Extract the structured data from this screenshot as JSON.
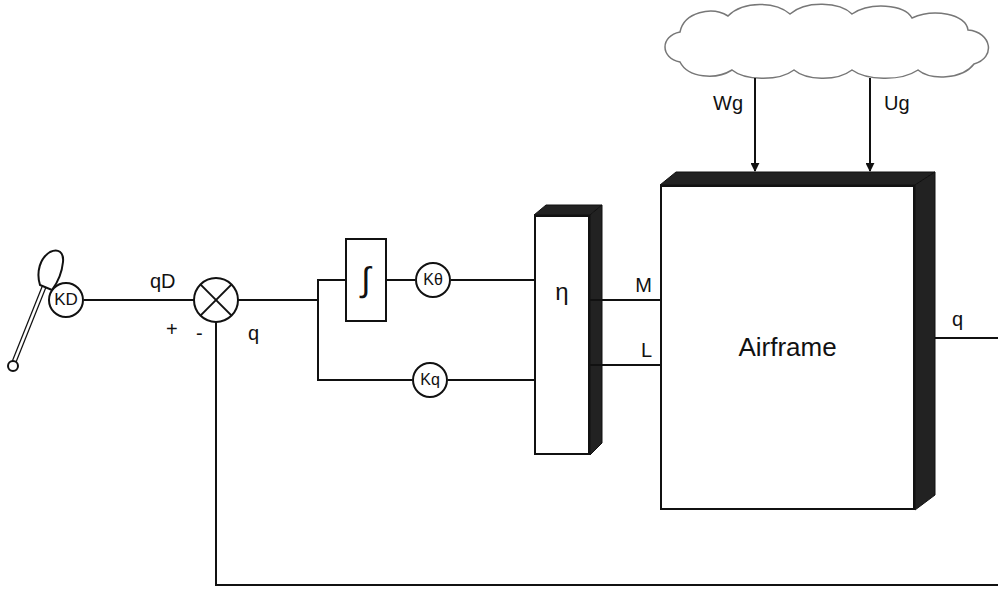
{
  "diagram": {
    "nodes": [
      {
        "text": [
          "KD"
        ]
      },
      {
        "text": [
          "∫"
        ]
      },
      {
        "text": [
          "Kθ"
        ]
      },
      {
        "text": [
          "Kq"
        ]
      },
      {
        "text": [
          "η"
        ]
      },
      {
        "text": [
          "Airframe"
        ]
      }
    ],
    "edges": [
      {
        "from": 1,
        "to": 2,
        "arrow": "none"
      },
      {
        "from": 2,
        "to": 4,
        "arrow": "none"
      },
      {
        "from": 3,
        "to": 4,
        "arrow": "none"
      },
      {
        "from": 4,
        "to": 5,
        "label": "M",
        "arrow": "none"
      },
      {
        "from": 4,
        "to": 5,
        "label": "L",
        "arrow": "none"
      }
    ],
    "labels": [
      "qD",
      "+",
      "-",
      "q",
      "Wg",
      "Ug",
      "q"
    ]
  }
}
